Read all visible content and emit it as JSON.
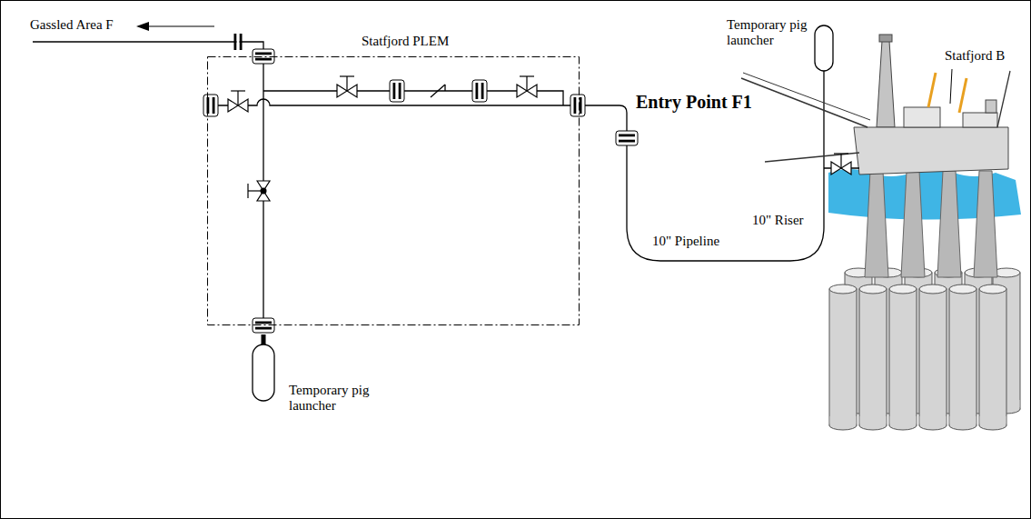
{
  "diagram": {
    "nodes": [
      {
        "text": [
          "Statfjord PLEM"
        ]
      }
    ],
    "labels": [
      "Gassled Area F",
      "Temporary pig launcher",
      "Statfjord B",
      "Entry Point F1",
      "10\" Riser",
      "10\" Pipeline",
      "Temporary pig launcher"
    ]
  }
}
